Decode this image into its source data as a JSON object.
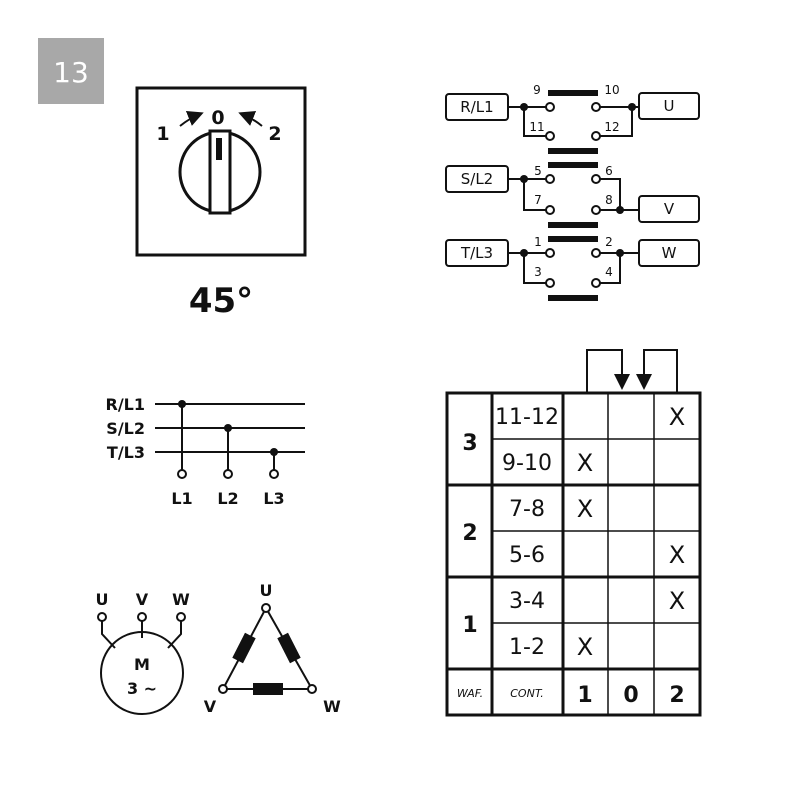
{
  "figure_number": "13",
  "switch": {
    "positions": [
      "1",
      "0",
      "2"
    ],
    "angle": "45°"
  },
  "wiring": {
    "inputs": [
      "R/L1",
      "S/L2",
      "T/L3"
    ],
    "outputs": [
      "U",
      "V",
      "W"
    ],
    "contacts": [
      "9",
      "10",
      "11",
      "12",
      "5",
      "6",
      "7",
      "8",
      "1",
      "2",
      "3",
      "4"
    ]
  },
  "supply": {
    "lines": [
      "R/L1",
      "S/L2",
      "T/L3"
    ],
    "terminals": [
      "L1",
      "L2",
      "L3"
    ]
  },
  "motor": {
    "terminals": [
      "U",
      "V",
      "W"
    ],
    "symbol": "M",
    "phase": "3 ~"
  },
  "delta": {
    "nodes": [
      "U",
      "V",
      "W"
    ]
  },
  "table": {
    "wafer_header": "WAF.",
    "contact_header": "CONT.",
    "position_headers": [
      "1",
      "0",
      "2"
    ],
    "mark": "X",
    "wafers": [
      {
        "label": "3",
        "contacts": [
          {
            "label": "11-12",
            "marks": [
              false,
              false,
              true
            ]
          },
          {
            "label": "9-10",
            "marks": [
              true,
              false,
              false
            ]
          }
        ]
      },
      {
        "label": "2",
        "contacts": [
          {
            "label": "7-8",
            "marks": [
              true,
              false,
              false
            ]
          },
          {
            "label": "5-6",
            "marks": [
              false,
              false,
              true
            ]
          }
        ]
      },
      {
        "label": "1",
        "contacts": [
          {
            "label": "3-4",
            "marks": [
              false,
              false,
              true
            ]
          },
          {
            "label": "1-2",
            "marks": [
              true,
              false,
              false
            ]
          }
        ]
      }
    ]
  }
}
